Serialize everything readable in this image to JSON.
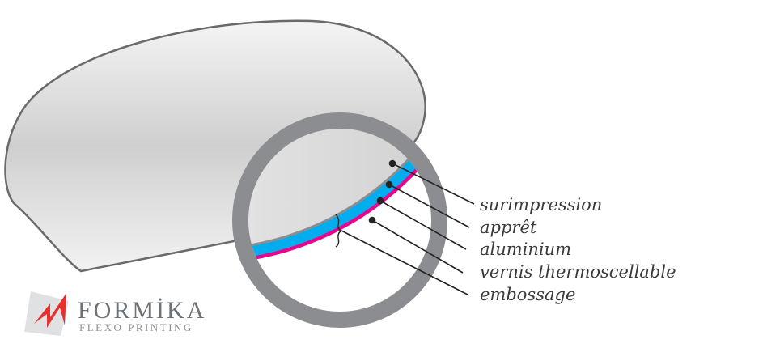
{
  "labels": [
    "surimpression",
    "apprêt",
    "aluminium",
    "vernis thermoscellable",
    "embossage"
  ],
  "logo": {
    "name": "FORMİKA",
    "tagline": "FLEXO PRINTING"
  },
  "colors": {
    "ring": "#8c8d90",
    "blue": "#00aeef",
    "magenta": "#ec008c",
    "accent": "#e8312f"
  }
}
